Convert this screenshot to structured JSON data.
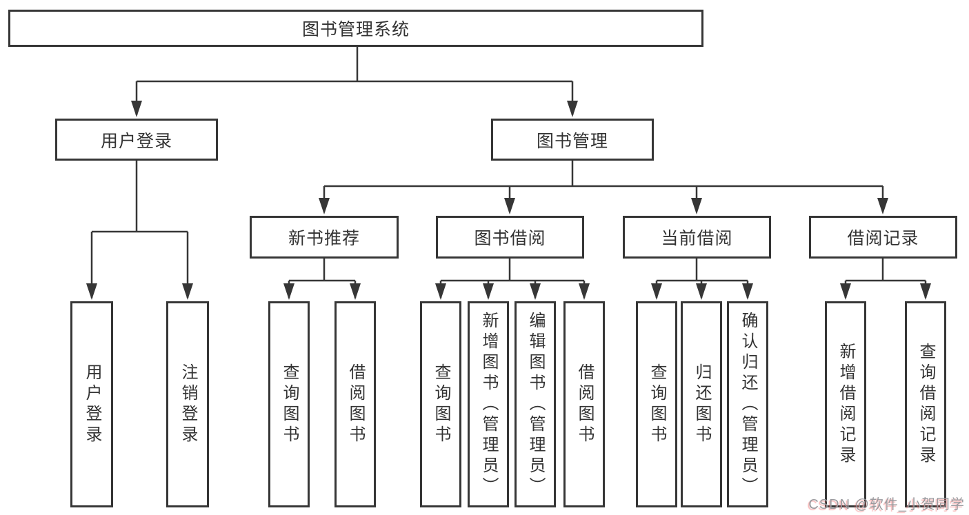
{
  "colors": {
    "line": "#363636",
    "text": "#333333",
    "box_background": "#ffffff",
    "watermark_text": "#9b9b9f",
    "watermark_shadow": "rgba(240,100,100,.45)"
  },
  "tree": {
    "label": "图书管理系统",
    "children": [
      {
        "label": "用户登录",
        "children": [
          {
            "label": "用户登录"
          },
          {
            "label": "注销登录"
          }
        ]
      },
      {
        "label": "图书管理",
        "children": [
          {
            "label": "新书推荐",
            "children": [
              {
                "label": "查询图书"
              },
              {
                "label": "借阅图书"
              }
            ]
          },
          {
            "label": "图书借阅",
            "children": [
              {
                "label": "查询图书"
              },
              {
                "label": "新增图书（管理员）"
              },
              {
                "label": "编辑图书（管理员）"
              },
              {
                "label": "借阅图书"
              }
            ]
          },
          {
            "label": "当前借阅",
            "children": [
              {
                "label": "查询图书"
              },
              {
                "label": "归还图书"
              },
              {
                "label": "确认归还（管理员）"
              }
            ]
          },
          {
            "label": "借阅记录",
            "children": [
              {
                "label": "新增借阅记录"
              },
              {
                "label": "查询借阅记录"
              }
            ]
          }
        ]
      }
    ]
  },
  "watermark": {
    "text": "CSDN @软件_小贺同学"
  }
}
